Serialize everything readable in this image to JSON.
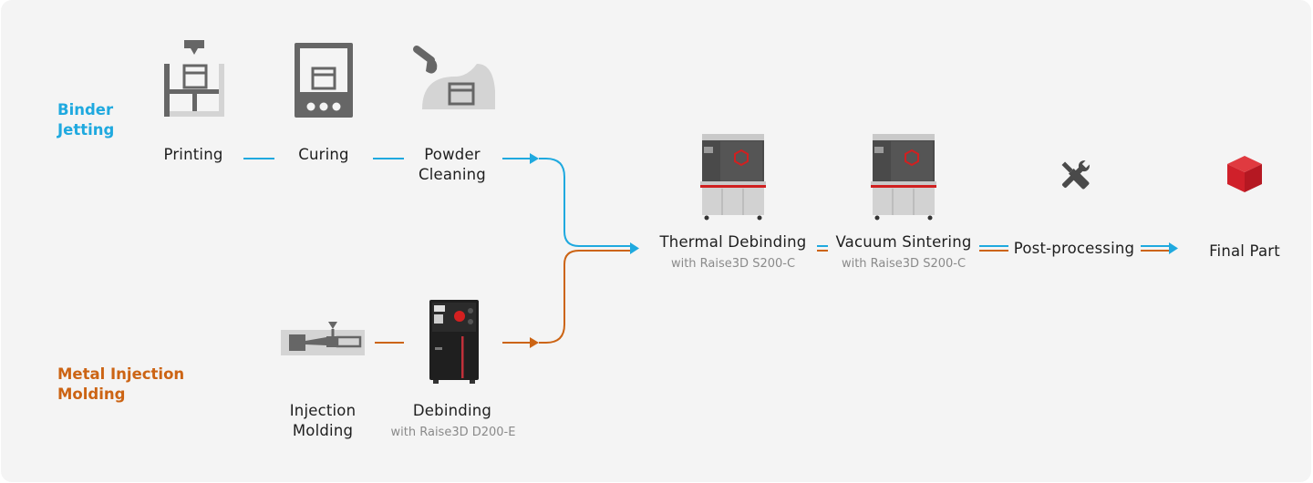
{
  "tracks": {
    "binder_jetting": {
      "label": "Binder\nJetting",
      "color": "#1fa9df"
    },
    "mim": {
      "label": "Metal Injection\nMolding",
      "color": "#cc6414"
    }
  },
  "steps": {
    "printing": "Printing",
    "curing": "Curing",
    "powder_cleaning": "Powder\nCleaning",
    "injection_molding": "Injection\nMolding",
    "debinding": "Debinding",
    "debinding_sub": "with Raise3D D200-E",
    "thermal_debinding": "Thermal Debinding",
    "thermal_debinding_sub": "with Raise3D S200-C",
    "vacuum_sintering": "Vacuum Sintering",
    "vacuum_sintering_sub": "with Raise3D S200-C",
    "post_processing": "Post-processing",
    "final_part": "Final Part"
  },
  "colors": {
    "icon_gray": "#666666",
    "icon_light": "#d4d4d4",
    "final_part_red": "#d0202a",
    "background": "#f4f4f4"
  },
  "icons": {
    "printing": "binder-jet-printer-icon",
    "curing": "curing-oven-icon",
    "powder_cleaning": "powder-blower-icon",
    "injection_molding": "injection-molding-icon",
    "debinding": "raise3d-d200-e-machine",
    "thermal_debinding": "raise3d-s200-c-machine",
    "vacuum_sintering": "raise3d-s200-c-machine",
    "post_processing": "wrench-screwdriver-icon",
    "final_part": "red-cube-icon"
  }
}
